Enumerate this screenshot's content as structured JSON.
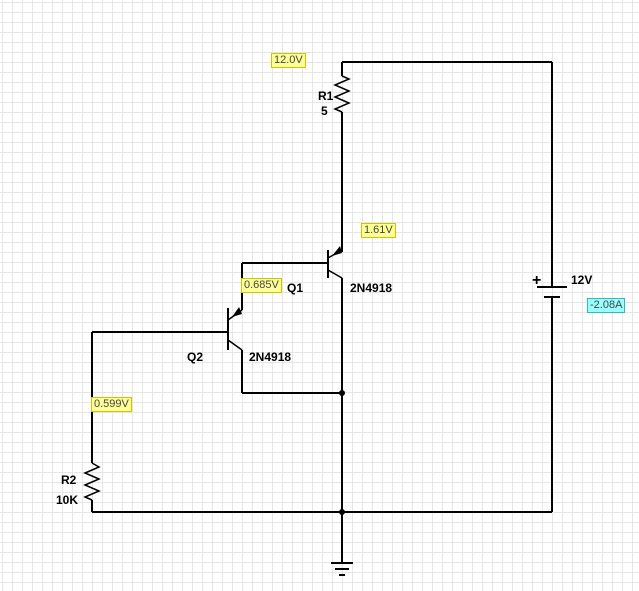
{
  "components": {
    "r1": {
      "name": "R1",
      "value": "5"
    },
    "r2": {
      "name": "R2",
      "value": "10K"
    },
    "q1": {
      "name": "Q1",
      "model": "2N4918"
    },
    "q2": {
      "name": "Q2",
      "model": "2N4918"
    },
    "battery": {
      "value": "12V",
      "plus": "+"
    }
  },
  "probes": {
    "v_top": "12.0V",
    "v_q1_emitter": "1.61V",
    "v_q1_base": "0.685V",
    "v_q2_base": "0.599V",
    "i_battery": "-2.08A"
  },
  "colors": {
    "wire": "#000000",
    "voltage_probe_bg": "#ffff99",
    "current_probe_bg": "#99ffff",
    "grid": "#e6e6e6"
  }
}
